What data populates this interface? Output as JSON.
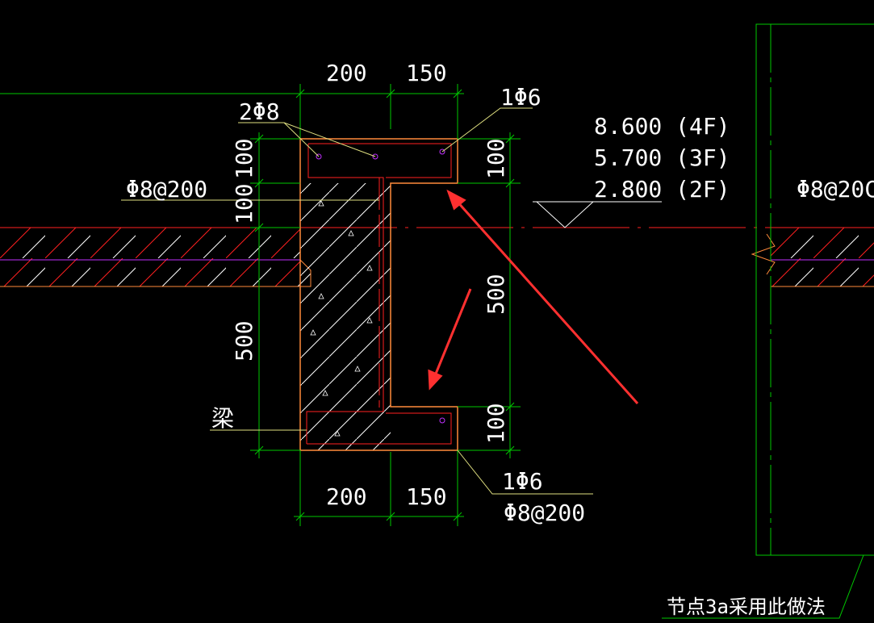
{
  "colors": {
    "background": "#000000",
    "dim_green": "#00c800",
    "outline_orange": "#ff8a3a",
    "rebar_red": "#ff2020",
    "hatch": "#ffffff",
    "leader_yellow": "#e0e080",
    "arrow_red": "#ff3030",
    "slab_purple": "#c030ff",
    "text": "#ffffff"
  },
  "dimensions": {
    "top_left": "200",
    "top_right": "150",
    "bottom_left": "200",
    "bottom_right": "150",
    "left_100a": "100",
    "left_100b": "100",
    "left_500": "500",
    "right_100_top": "100",
    "right_500": "500",
    "right_100_bottom": "100"
  },
  "labels": {
    "rebar_2phi8": "2Φ8",
    "rebar_1phi6_top": "1Φ6",
    "stirrup_left": "Φ8@200",
    "beam": "梁",
    "rebar_1phi6_bottom": "1Φ6",
    "stirrup_bottom": "Φ8@200",
    "stirrup_right": "Φ8@20C",
    "note": "节点3a采用此做法"
  },
  "elevations": [
    "8.600 (4F)",
    "5.700 (3F)",
    "2.800 (2F)"
  ]
}
